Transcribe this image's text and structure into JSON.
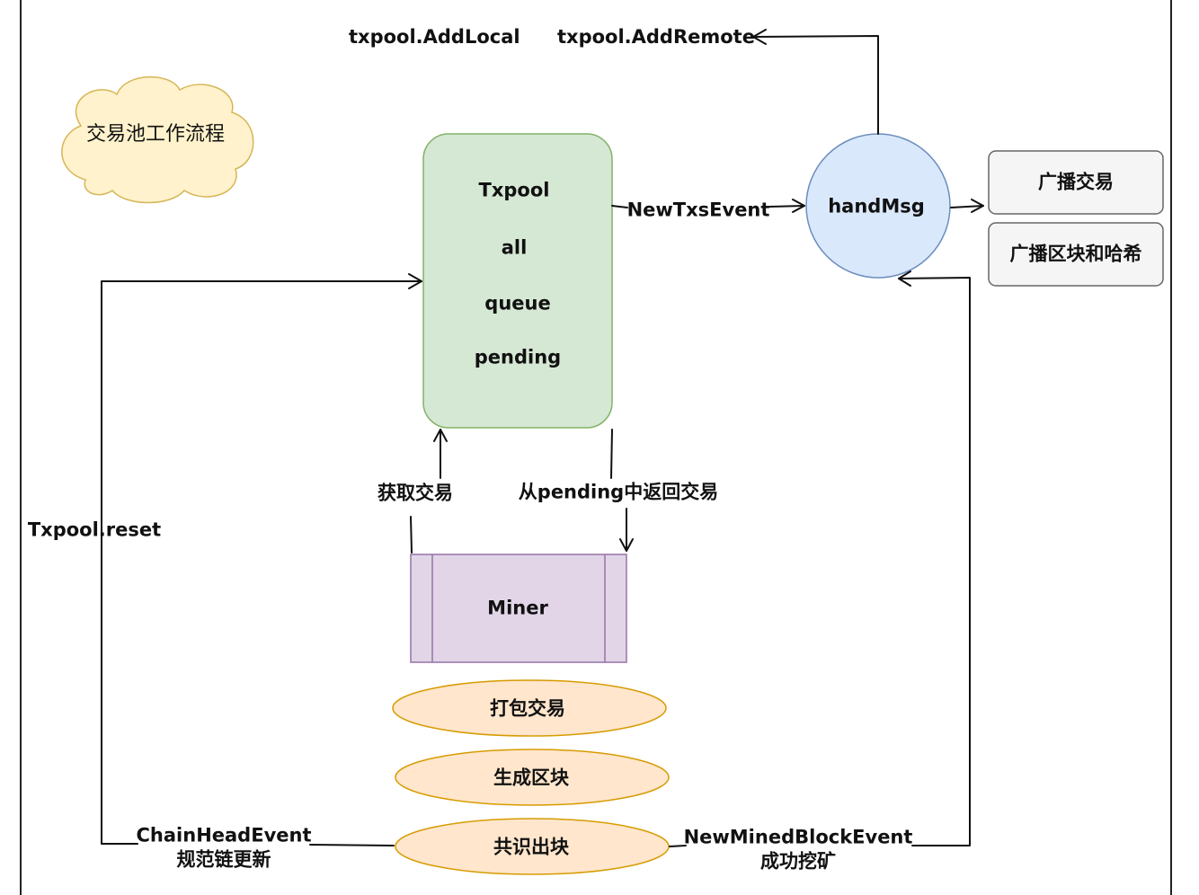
{
  "cloud": {
    "label": "交易池工作流程"
  },
  "top_labels": {
    "add_local": "txpool.AddLocal",
    "add_remote": "txpool.AddRemote"
  },
  "txpool_box": {
    "lines": [
      "Txpool",
      "all",
      "queue",
      "pending"
    ]
  },
  "new_txs_event": "NewTxsEvent",
  "hand_msg": {
    "label": "handMsg"
  },
  "broadcast": {
    "tx": "广播交易",
    "block": "广播区块和哈希"
  },
  "miner_links": {
    "get_tx": "获取交易",
    "return_tx": "从pending中返回交易"
  },
  "miner": {
    "label": "Miner"
  },
  "txpool_reset": "Txpool.reset",
  "steps": {
    "pack": "打包交易",
    "generate": "生成区块",
    "consensus": "共识出块"
  },
  "chain_head": {
    "event": "ChainHeadEvent",
    "desc": "规范链更新"
  },
  "mined_block": {
    "event": "NewMinedBlockEvent",
    "desc": "成功挖矿"
  },
  "colors": {
    "txpool_fill": "#d5e8d4",
    "txpool_stroke": "#82b366",
    "hand_fill": "#dae8fc",
    "hand_stroke": "#6c8ebf",
    "miner_fill": "#e1d5e7",
    "miner_stroke": "#9673a6",
    "step_fill": "#ffe6cc",
    "step_stroke": "#d79b00",
    "cloud_fill": "#fff2cc",
    "cloud_stroke": "#d6b656",
    "gray_fill": "#f5f5f5",
    "gray_stroke": "#666666"
  }
}
